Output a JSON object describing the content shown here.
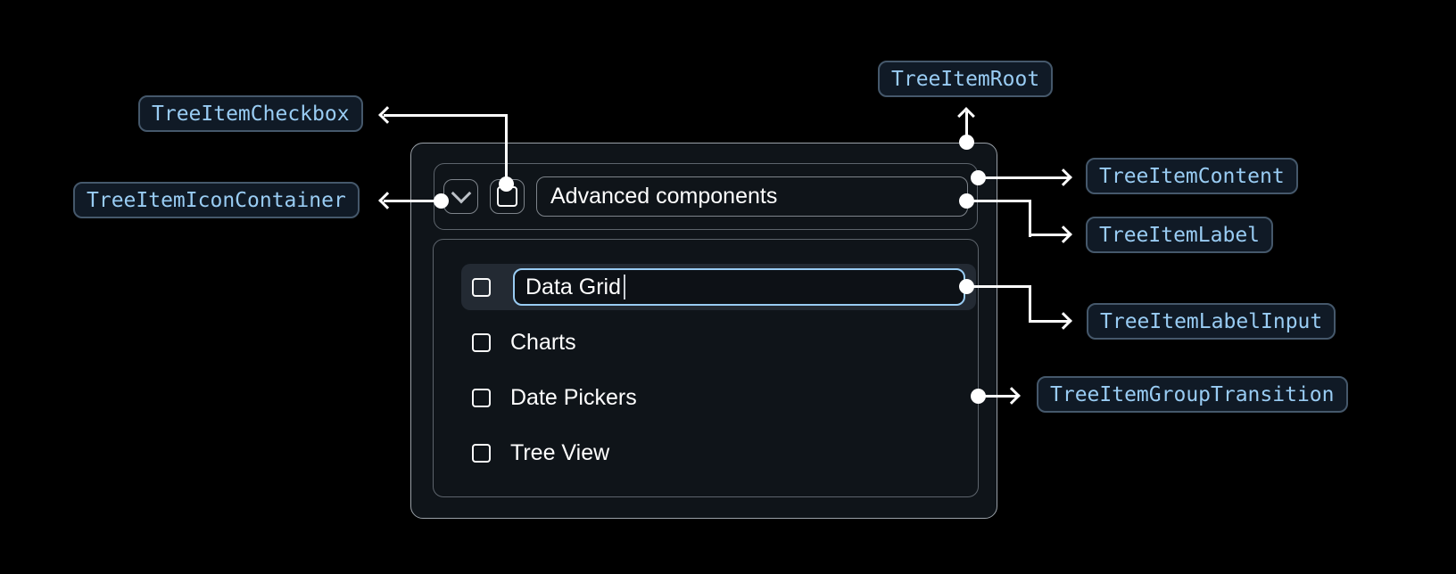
{
  "annotations": {
    "tree_item_root": "TreeItemRoot",
    "tree_item_checkbox": "TreeItemCheckbox",
    "tree_item_icon_container": "TreeItemIconContainer",
    "tree_item_content": "TreeItemContent",
    "tree_item_label": "TreeItemLabel",
    "tree_item_label_input": "TreeItemLabelInput",
    "tree_item_group_transition": "TreeItemGroupTransition"
  },
  "tree": {
    "parent_label": "Advanced components",
    "parent_expanded": true,
    "parent_checked": false,
    "editing_value": "Data Grid",
    "children": [
      {
        "label": "Charts",
        "checked": false
      },
      {
        "label": "Date Pickers",
        "checked": false
      },
      {
        "label": "Tree View",
        "checked": false
      }
    ]
  },
  "icons": {
    "expand_icon": "chevron-down-icon",
    "checkbox_icon": "checkbox-unchecked-icon",
    "connector_dot": "dot",
    "arrowheads": [
      "arrow-left",
      "arrow-right",
      "arrow-up"
    ]
  },
  "colors": {
    "page_bg": "#000000",
    "annotation_text": "#99CCF3",
    "annotation_border": "#45586B",
    "annotation_bg": "#101A26",
    "connector": "#FFFFFF",
    "component_bg": "#0F1419",
    "outer_border": "#9AA1A8",
    "inner_border": "#5D646C",
    "selected_row_bg": "#232A33",
    "input_border": "#99CCF3",
    "text": "#FFFFFF"
  }
}
